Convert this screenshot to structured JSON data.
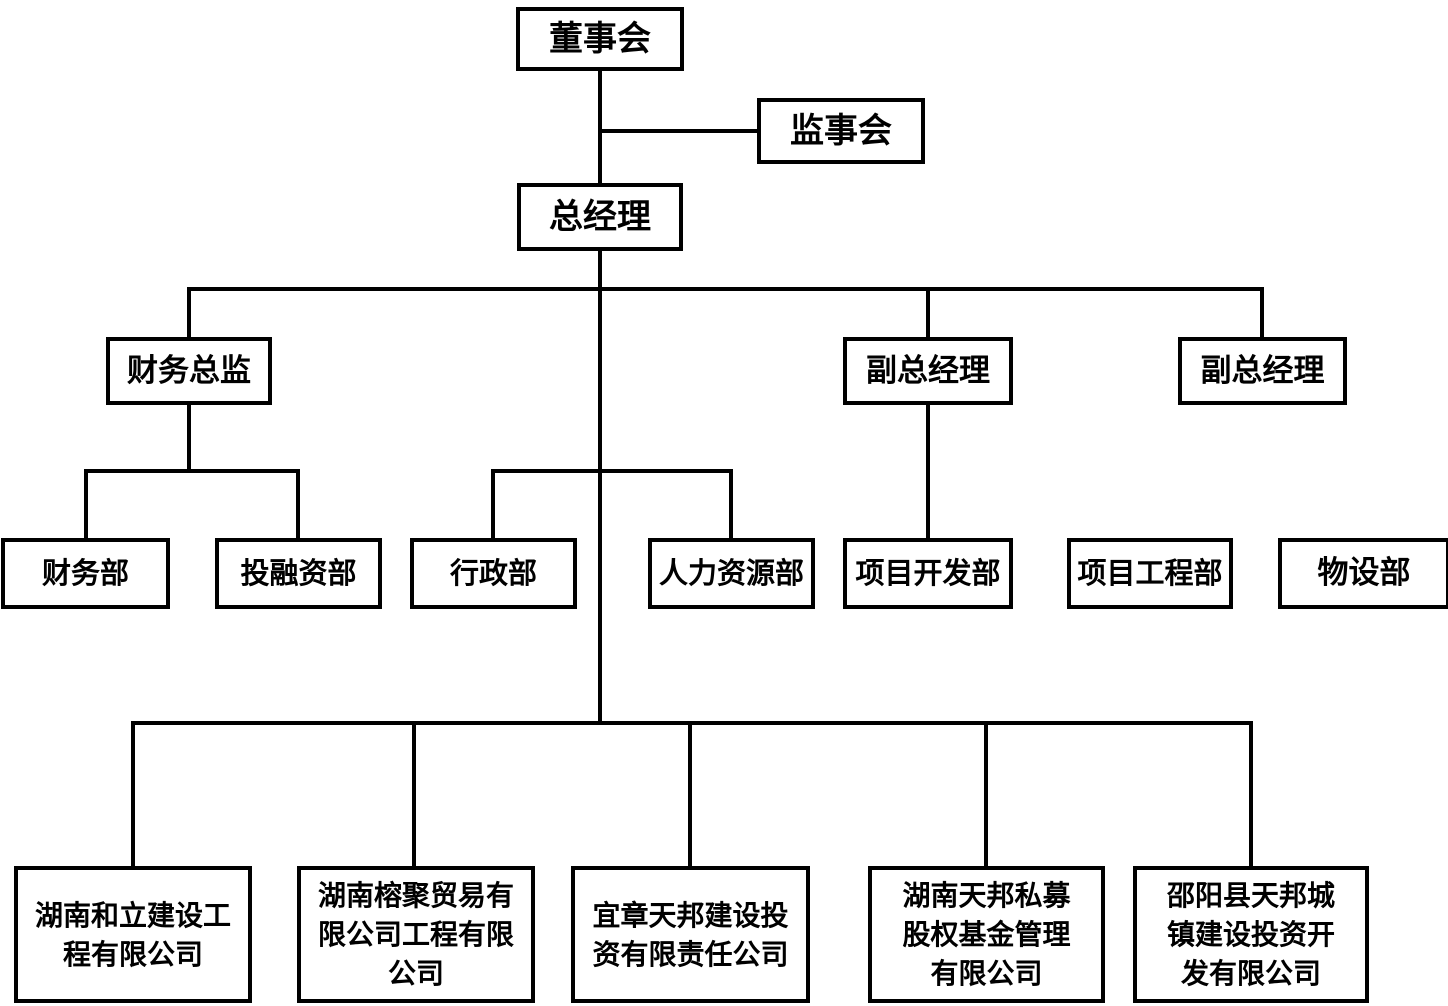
{
  "org": {
    "nodes": {
      "board": {
        "label": "董事会"
      },
      "supervisory": {
        "label": "监事会"
      },
      "gm": {
        "label": "总经理"
      },
      "cfo": {
        "label": "财务总监"
      },
      "deputy_gm_1": {
        "label": "副总经理"
      },
      "deputy_gm_2": {
        "label": "副总经理"
      },
      "finance": {
        "label": "财务部"
      },
      "investment": {
        "label": "投融资部"
      },
      "admin": {
        "label": "行政部"
      },
      "hr": {
        "label": "人力资源部"
      },
      "project_dev": {
        "label": "项目开发部"
      },
      "project_eng": {
        "label": "项目工程部"
      },
      "materials": {
        "label": "物设部"
      },
      "company_1": {
        "label": "湖南和立建设工\n程有限公司"
      },
      "company_2": {
        "label": "湖南榕聚贸易有\n限公司工程有限\n公司"
      },
      "company_3": {
        "label": "宜章天邦建设投\n资有限责任公司"
      },
      "company_4": {
        "label": "湖南天邦私募\n股权基金管理\n有限公司"
      },
      "company_5": {
        "label": "邵阳县天邦城\n镇建设投资开\n发有限公司"
      }
    },
    "edges": [
      {
        "from": "board",
        "to": "supervisory"
      },
      {
        "from": "board",
        "to": "gm"
      },
      {
        "from": "gm",
        "to": "cfo"
      },
      {
        "from": "gm",
        "to": "deputy_gm_1"
      },
      {
        "from": "gm",
        "to": "deputy_gm_2"
      },
      {
        "from": "cfo",
        "to": "finance"
      },
      {
        "from": "cfo",
        "to": "investment"
      },
      {
        "from": "gm",
        "to": "admin"
      },
      {
        "from": "gm",
        "to": "hr"
      },
      {
        "from": "deputy_gm_1",
        "to": "project_dev"
      },
      {
        "from": "gm",
        "to": "company_1"
      },
      {
        "from": "gm",
        "to": "company_2"
      },
      {
        "from": "gm",
        "to": "company_3"
      },
      {
        "from": "gm",
        "to": "company_4"
      },
      {
        "from": "gm",
        "to": "company_5"
      }
    ],
    "unconnected_nodes": [
      "project_eng",
      "materials"
    ],
    "colors": {
      "line": "#000000",
      "box_border": "#000000",
      "background": "#ffffff",
      "text": "#000000"
    }
  }
}
